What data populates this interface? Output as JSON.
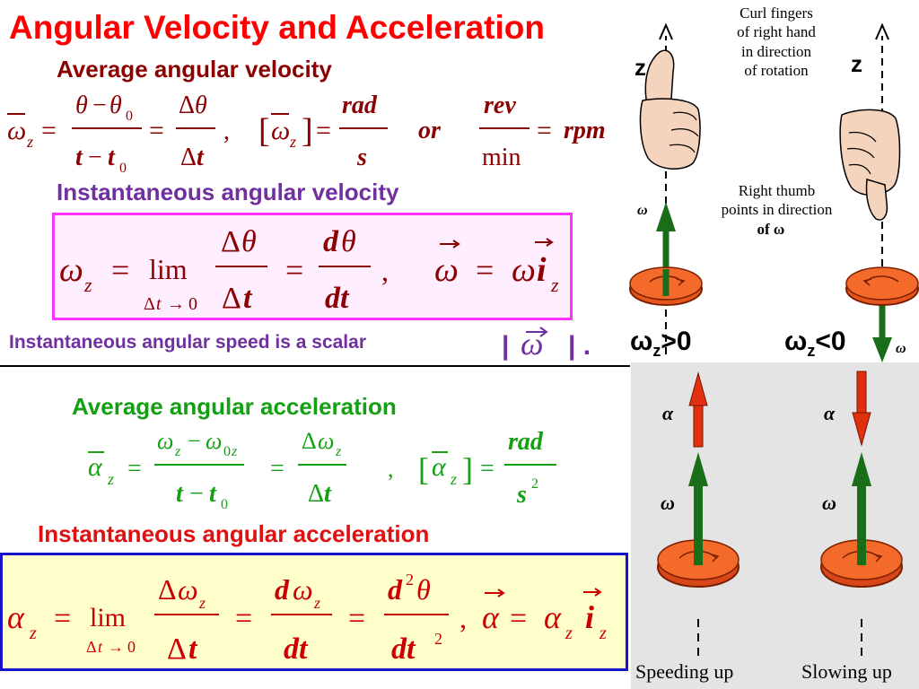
{
  "title": "Angular Velocity and Acceleration",
  "headings": {
    "avg_velocity": "Average angular velocity",
    "inst_velocity": "Instantaneous angular velocity",
    "avg_accel": "Average angular acceleration",
    "inst_accel": "Instantaneous angular acceleration"
  },
  "scalar_note": "Instantaneous angular speed is a scalar",
  "right_hand_figure": {
    "axis_label_left": "z",
    "axis_label_right": "z",
    "caption_top": [
      "Curl fingers",
      "of right hand",
      "in direction",
      "of rotation"
    ],
    "caption_bottom": [
      "Right thumb",
      "points in direction",
      "of ω⃗"
    ],
    "omega_label": "ω⃗",
    "positive": "ω",
    "positive_sub": "z",
    "positive_rel": ">0",
    "negative": "ω",
    "negative_sub": "z",
    "negative_rel": "<0"
  },
  "acceleration_figure": {
    "alpha_label": "α⃗",
    "omega_label": "ω⃗",
    "speeding_up": "Speeding up",
    "slowing_down": "Slowing up"
  },
  "formulas": {
    "avg_velocity": "ω̄z = (θ − θ0)/(t − t0) = Δθ/Δt ,  [ω̄z] = rad/s  or  rev/min = rpm",
    "inst_velocity": "ωz = lim(Δt→0) Δθ/Δt = dθ/dt ,  ω⃗ = ω i⃗z",
    "avg_accel": "ᾱz = (ωz − ω0z)/(t − t0) = Δωz/Δt ,  [ᾱz] = rad/s²",
    "inst_accel": "αz = lim(Δt→0) Δωz/Δt = dωz/dt = d²θ/dt² , α⃗ = αz i⃗z"
  },
  "colors": {
    "title": "#ff0000",
    "maroon": "#8b0000",
    "purple": "#7030a0",
    "green": "#13a013",
    "red": "#e01010",
    "box1_fill": "#ffeeff",
    "box1_border": "#ff33ff",
    "box2_fill": "#ffffcc",
    "box2_border": "#1515cc"
  }
}
